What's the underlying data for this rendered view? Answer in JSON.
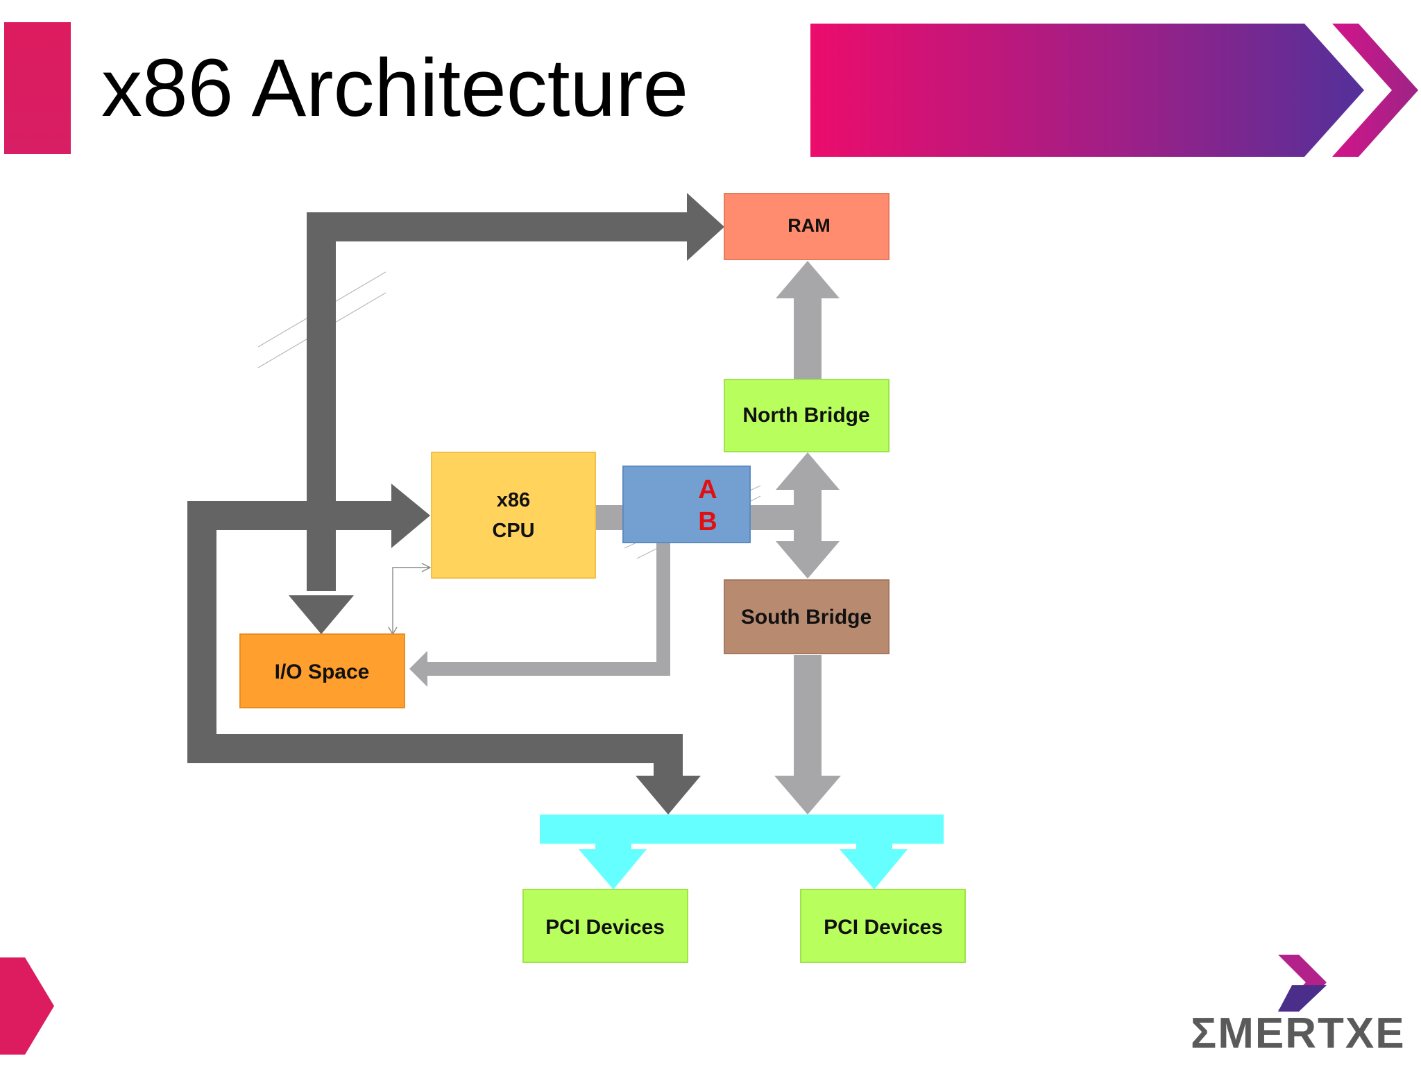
{
  "slide": {
    "title": "x86 Architecture"
  },
  "diagram": {
    "ram_label": "RAM",
    "north_bridge_label": "North Bridge",
    "south_bridge_label": "South Bridge",
    "cpu_label_line1": "x86",
    "cpu_label_line2": "CPU",
    "io_space_label": "I/O Space",
    "ab_label_a": "A",
    "ab_label_b": "B",
    "pci_devices_left_label": "PCI Devices",
    "pci_devices_right_label": "PCI Devices"
  },
  "logo": {
    "text": "ΣMERTXE"
  },
  "colors": {
    "accent_pink": "#e0125f",
    "accent_purple": "#5b2d91",
    "ram": "#ff8c6e",
    "bridge_green": "#b8ff5e",
    "south_bridge": "#b88a70",
    "cpu": "#ffd35c",
    "io_space": "#ff9f2e",
    "ab_block": "#739fd1",
    "pci_bus": "#66ffff",
    "dark_arrow": "#646464",
    "light_arrow": "#a7a7a9"
  }
}
